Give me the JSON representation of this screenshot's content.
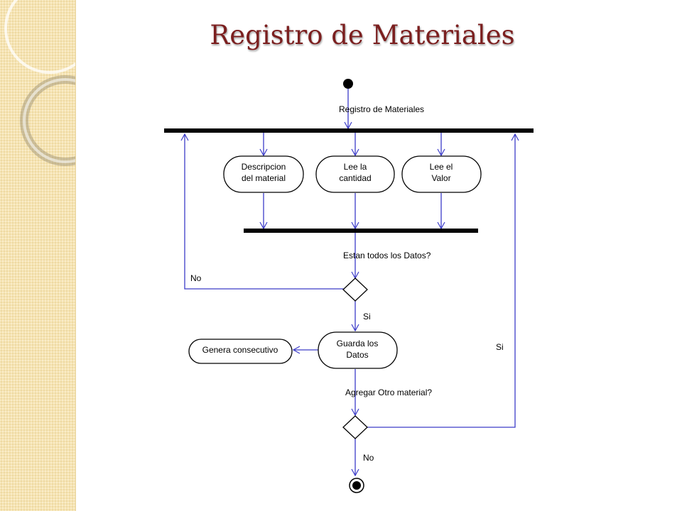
{
  "slide": {
    "title": "Registro de Materiales"
  },
  "diagram": {
    "fork_label": "Registro de Materiales",
    "activity_descripcion_line1": "Descripcion",
    "activity_descripcion_line2": "del material",
    "activity_cantidad_line1": "Lee la",
    "activity_cantidad_line2": "cantidad",
    "activity_valor_line1": "Lee el",
    "activity_valor_line2": "Valor",
    "decision1_label": "Estan todos los Datos?",
    "decision1_no": "No",
    "decision1_si": "Si",
    "activity_guarda_line1": "Guarda los",
    "activity_guarda_line2": "Datos",
    "activity_genera": "Genera consecutivo",
    "decision2_label": "Agregar Otro material?",
    "decision2_si": "Si",
    "decision2_no": "No"
  },
  "colors": {
    "title": "#7b1f1f",
    "flow_line": "#3c3cc8",
    "strip": "#f6e4b2"
  }
}
